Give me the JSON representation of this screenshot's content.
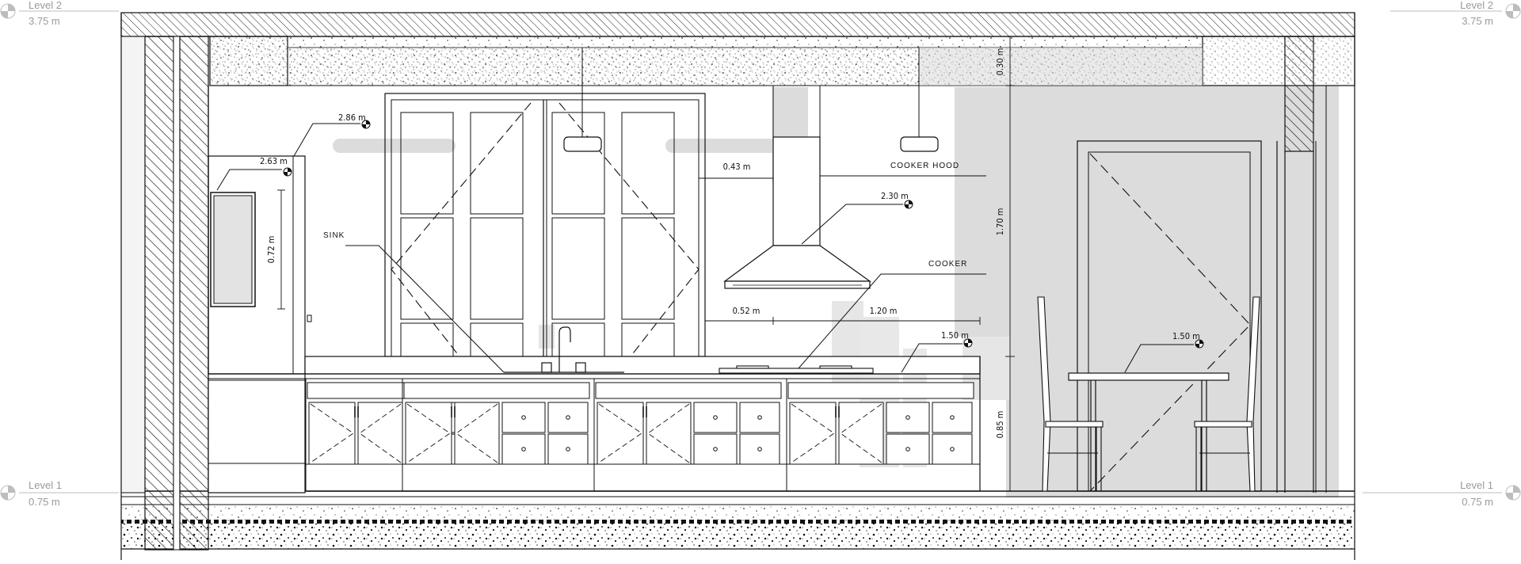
{
  "levels": {
    "upper": {
      "name": "Level 2",
      "elevation": "3.75 m"
    },
    "lower": {
      "name": "Level 1",
      "elevation": "0.75 m"
    }
  },
  "spot_elevations": {
    "window_head": "2.86 m",
    "wall_cabinet_top": "2.63 m",
    "hood_top": "2.30 m",
    "counter_top": "1.50 m",
    "table_top": "1.50 m"
  },
  "dimensions": {
    "slab_depth": "0.30 m",
    "hood_to_window": "0.43 m",
    "hood_height": "1.70 m",
    "microwave_height": "0.72 m",
    "sink_offset": "0.52 m",
    "cooker_offset": "1.20 m",
    "counter_height": "0.85 m"
  },
  "tags": {
    "cooker_hood": "Cooker hood",
    "sink": "Sink",
    "cooker": "Cooker"
  },
  "colors": {
    "line": "#111111",
    "hatch": "#222222",
    "shadow": "#d9d9d9",
    "level_text": "#9a9a9a"
  }
}
